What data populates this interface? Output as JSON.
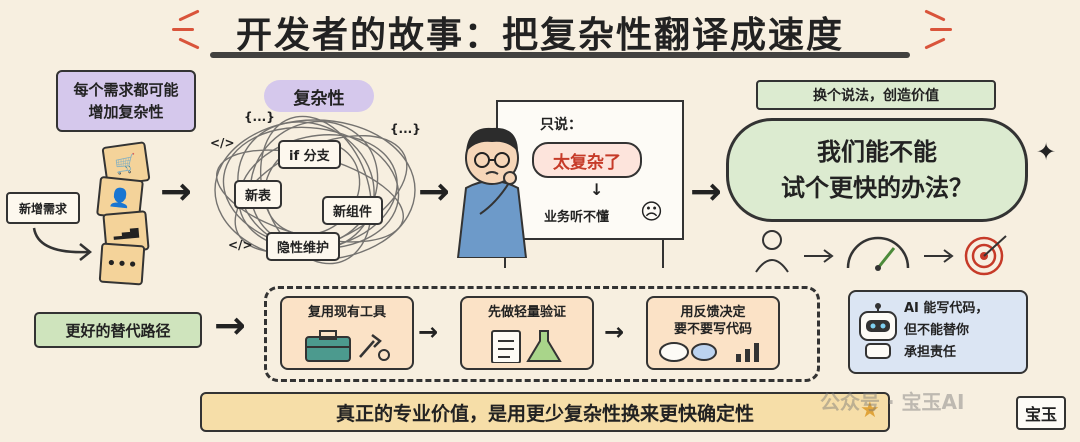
{
  "title": "开发者的故事：把复杂性翻译成速度",
  "top_left": {
    "purple_box": [
      "每个需求都可能",
      "增加复杂性"
    ],
    "new_request": "新增需求",
    "card_icons": [
      "🛒",
      "👤",
      "▂▄▆",
      "•••"
    ]
  },
  "complexity": {
    "label": "复杂性",
    "tags": [
      "if 分支",
      "新表",
      "新组件",
      "隐性维护"
    ],
    "code_marks": [
      "</>",
      "</>",
      "{...}",
      "{...}"
    ]
  },
  "developer": {
    "board_label": "只说：",
    "too_complex": "太复杂了",
    "business": "业务听不懂",
    "down_arrow": "↓",
    "sad_face": "☹"
  },
  "reframe": {
    "tag": "换个说法，创造价值",
    "bubble": [
      "我们能不能",
      "试个更快的办法？"
    ]
  },
  "bottom": {
    "alt_path": "更好的替代路径",
    "steps": [
      {
        "label": [
          "复用现有工具"
        ],
        "icon": "toolbox-icon"
      },
      {
        "label": [
          "先做轻量验证"
        ],
        "icon": "clipboard-flask-icon"
      },
      {
        "label": [
          "用反馈决定",
          "要不要写代码"
        ],
        "icon": "chat-chart-icon"
      }
    ],
    "ai_note": [
      "AI 能写代码，",
      "但不能替你",
      "承担责任"
    ]
  },
  "banner": "真正的专业价值，是用更少复杂性换来更快确定性",
  "stamp": "宝玉",
  "watermark": "公众号 · 宝玉AI",
  "colors": {
    "background": "#f7efe0",
    "purple": "#d5c8ec",
    "green": "#dcebd0",
    "orange": "#fbe2c6",
    "blue": "#dbe5f3",
    "red": "#c63a28",
    "banner": "#f6dea8"
  }
}
